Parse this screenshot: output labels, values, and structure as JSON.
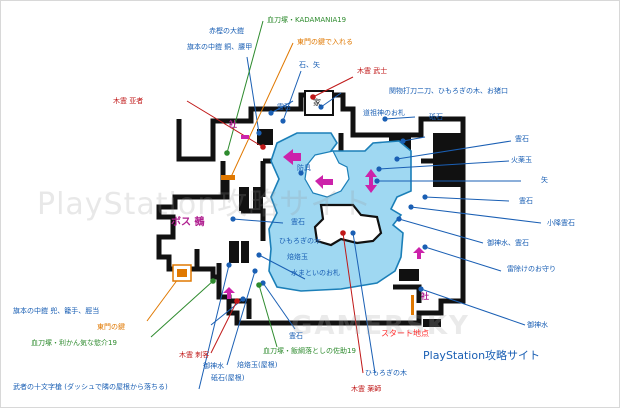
{
  "watermarks": {
    "center": "PlayStation攻略サイト",
    "bottom": "GAMERSKY"
  },
  "credit": "PlayStation攻略サイト",
  "boss_label": "ボス 鵺",
  "map_marks": {
    "house": "家",
    "shrine_1": "社",
    "shrine_2": "社"
  },
  "labels": {
    "akagashi": "赤樫の大鎧",
    "hatamoto_chuken_1": "旗本の中鎧 銅、腰甲",
    "chigatsuka_kadamania": "血刀塚・KADAMANIA19",
    "east_gate_key_in": "東門の鍵で入れる",
    "stone_arrow": "石、矢",
    "mokurei_bushi": "木霊 武士",
    "mokurei_gakusha": "木霊 亚者",
    "sekimono": "関物打刀二刀、ひもろぎの木、お猪口",
    "reiseki_1": "霊石",
    "dosojin": "道祖神のお札",
    "toishi_1": "砥石",
    "reiseki_2": "霊石",
    "kayakudama": "火薬玉",
    "ya": "矢",
    "bogu": "防具",
    "reiseki_3": "霊石",
    "kotama_reiseki": "小降霊石",
    "reiseki_4": "霊石",
    "himorogi_1": "ひもろぎの木",
    "goshinsui_reiseki": "御神水、霊石",
    "horokudama_1": "焙烙玉",
    "raiyoke": "雷除けのお守り",
    "mizumatoi": "水まといのお札",
    "hatamoto_chuken_2": "旗本の中鎧 兜、籠手、脛当",
    "east_gate_key": "東門の鍵",
    "goshinsui_1": "御神水",
    "chigatsuka_rikan": "血刀塚・利かん気な慾介19",
    "reiseki_5": "霊石",
    "start_point": "スタート地点",
    "mokurei_kyakushi": "木霊 刺客",
    "chigatsuka_itsuki": "血刀塚・飯綱落としの佐助19",
    "goshinsui_2": "御神水",
    "horokudama_roof": "焙烙玉(屋根)",
    "toishi_roof": "砥石(屋根)",
    "himorogi_2": "ひもろぎの木",
    "mokurei_yakushi": "木霊 薬師",
    "musha_jumonji": "武者の十文字槍 (ダッシュで隣の屋根から落ちる)"
  },
  "colors": {
    "wall": "#111111",
    "water": "#9fd8f2",
    "water_edge": "#1b7fb8",
    "item_blue": "#1a5fb4",
    "key_green": "#2e8b2e",
    "gate_orange": "#e07800",
    "enemy_red": "#c01818",
    "shrine_purple": "#b02090",
    "arrow_magenta": "#cc22aa"
  }
}
